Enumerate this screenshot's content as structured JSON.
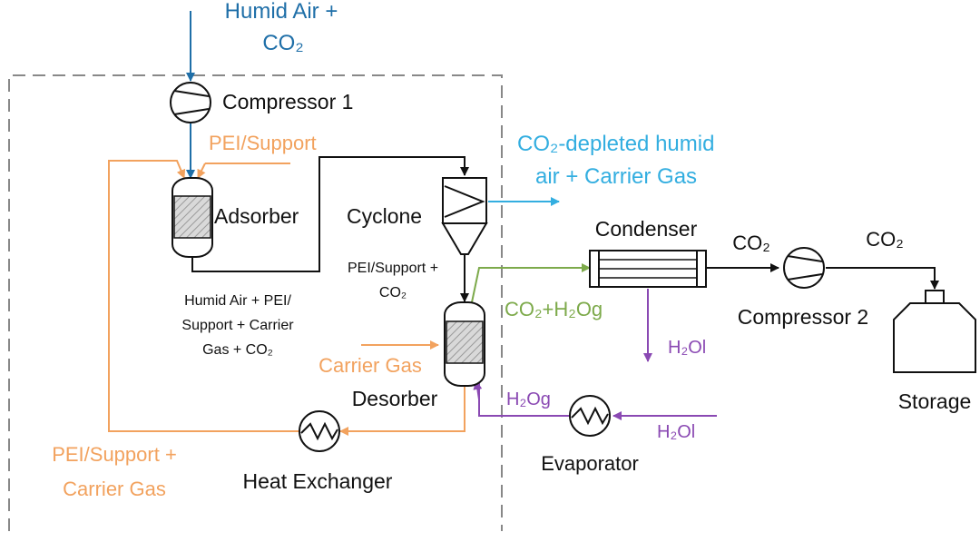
{
  "colors": {
    "air": "#1f6fa8",
    "depleted": "#33aee0",
    "sorbent": "#f2a25e",
    "co2_water": "#7daa4b",
    "water": "#8a49b3",
    "process": "#111111",
    "boundary": "#888888"
  },
  "inlet": {
    "line1": "Humid Air +",
    "line2": "CO₂"
  },
  "units": {
    "compressor1": "Compressor 1",
    "adsorber": "Adsorber",
    "cyclone": "Cyclone",
    "desorber": "Desorber",
    "heat_exchanger": "Heat Exchanger",
    "condenser": "Condenser",
    "compressor2": "Compressor 2",
    "storage": "Storage",
    "evaporator": "Evaporator"
  },
  "streams": {
    "pei_support_top": "PEI/Support",
    "depleted_line1": "CO₂-depleted humid",
    "depleted_line2": "air + Carrier Gas",
    "adsorber_out_line1": "Humid Air + PEI/",
    "adsorber_out_line2": "Support + Carrier",
    "adsorber_out_line3": "Gas + CO₂",
    "cyclone_under_line1": "PEI/Support +",
    "cyclone_under_line2": "CO₂",
    "co2_h2og": "CO₂+H₂Og",
    "h2ol_condenser": "H₂Ol",
    "carrier_gas": "Carrier Gas",
    "h2og": "H₂Og",
    "h2ol_evap": "H₂Ol",
    "co2_after_condenser": "CO₂",
    "co2_to_storage": "CO₂",
    "recycle_line1": "PEI/Support +",
    "recycle_line2": "Carrier Gas"
  }
}
